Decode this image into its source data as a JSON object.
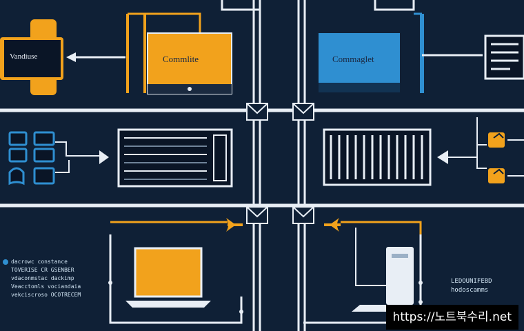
{
  "colors": {
    "background": "#0f2036",
    "line": "#e8eef5",
    "orange": "#f2a21c",
    "blue": "#2f8fd1",
    "dark_screen": "#0a1526"
  },
  "icons": [
    "tablet-icon",
    "monitor-icon",
    "server-rack-icon",
    "laptop-icon",
    "desktop-tower-icon",
    "document-icon",
    "envelope-icon",
    "folder-icon"
  ],
  "labels": {
    "tablet_screen": "Vandiuse",
    "left_monitor": "Commlite",
    "right_monitor": "Commaglet"
  },
  "text_blocks": {
    "left": [
      "dacrowc constance",
      "TOVERISE CR GSENBER",
      "vdaconmstac dackimp",
      "Veacctomls vociandaia",
      "vekciscroso OCOTRECEM"
    ],
    "right": [
      "LEDOUNIFEBD",
      "hodoscamms"
    ]
  },
  "watermark": "https://노트북수리.net"
}
